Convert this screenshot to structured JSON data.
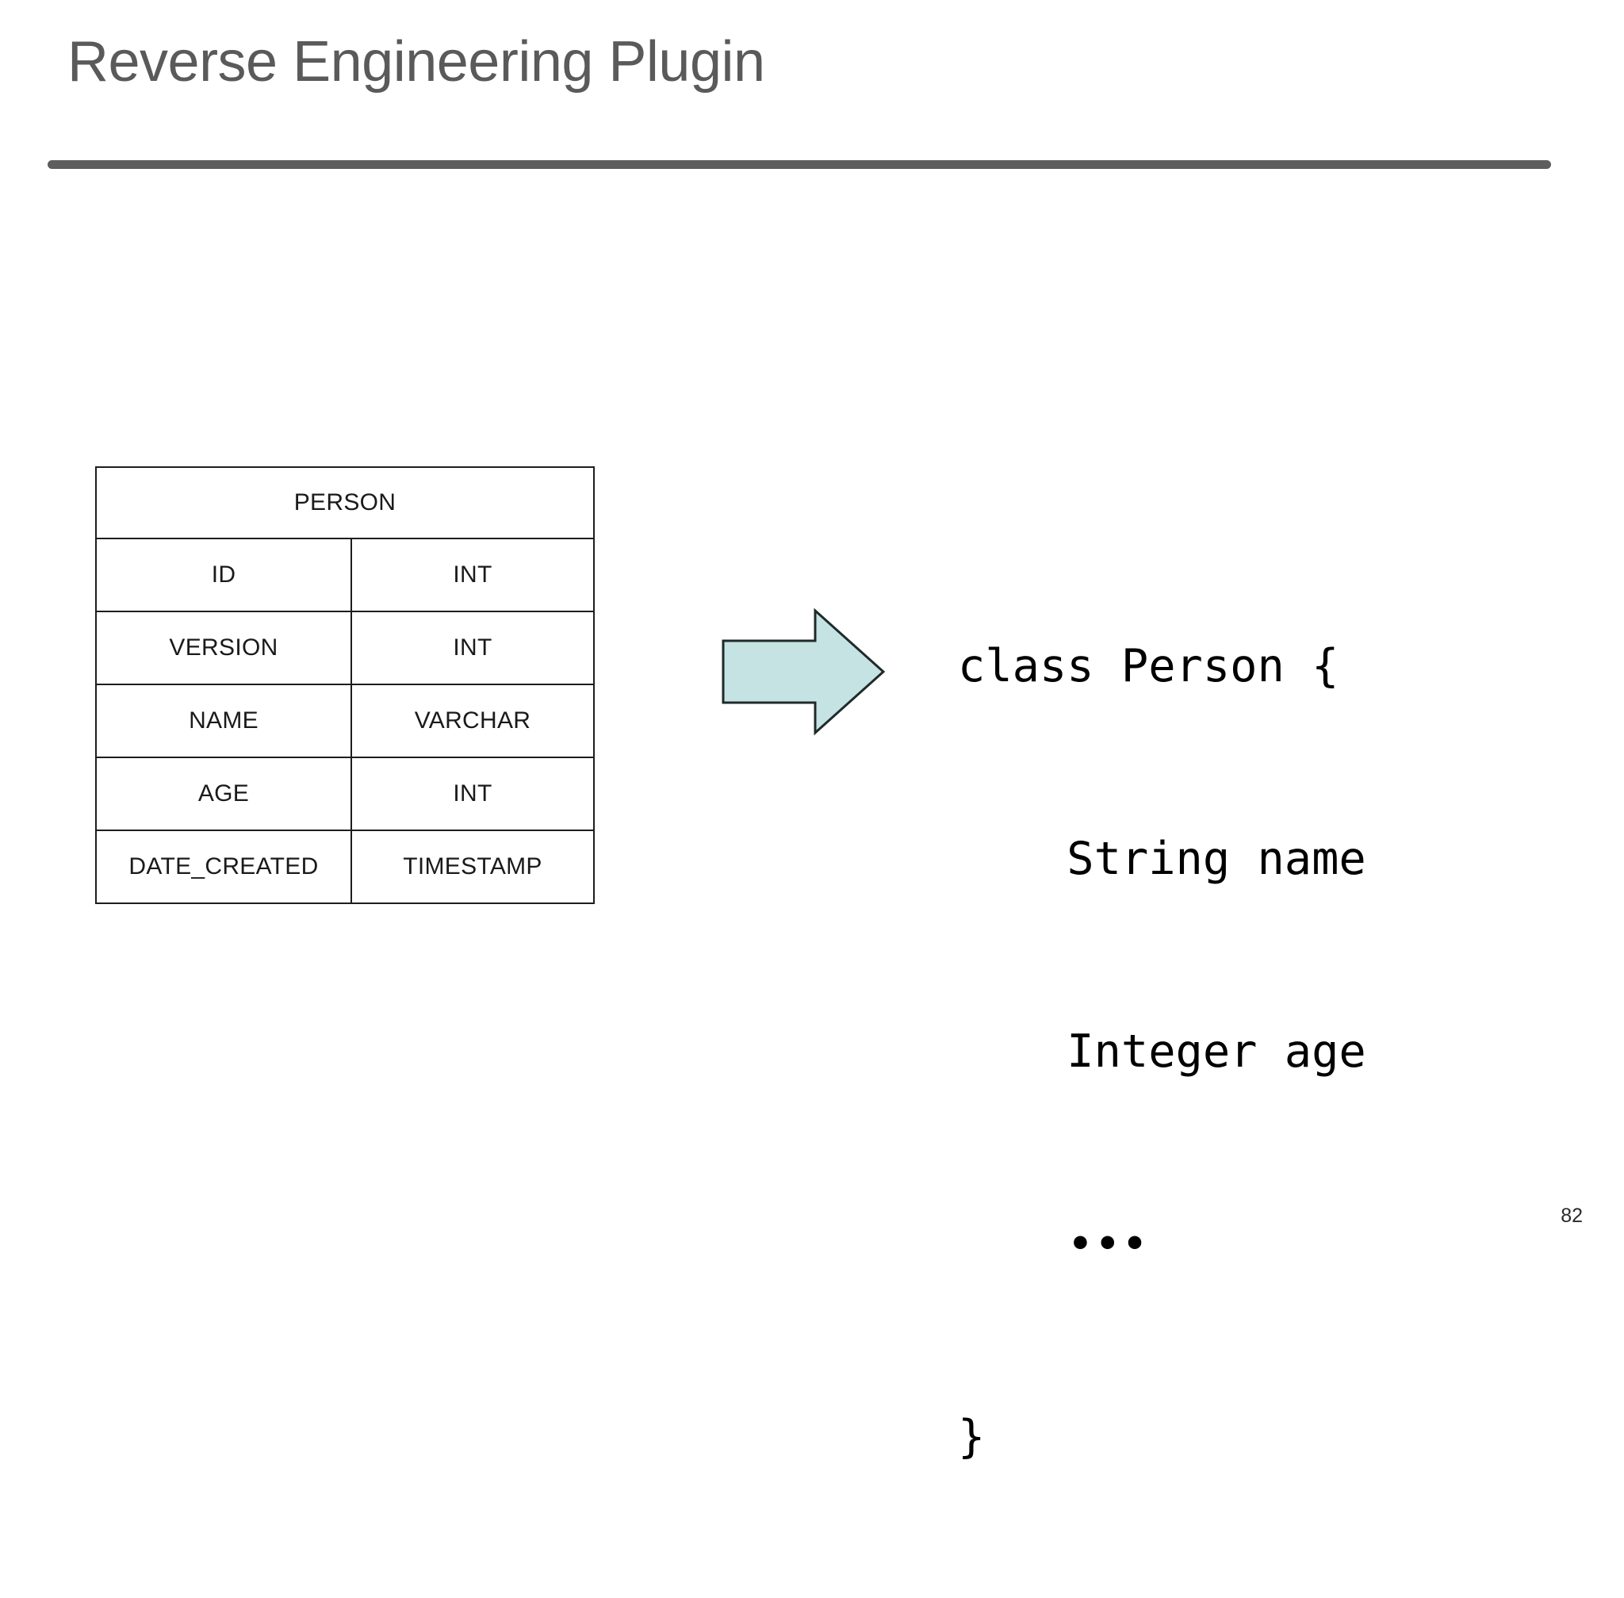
{
  "slide": {
    "title": "Reverse Engineering Plugin",
    "page_number": "82",
    "title_color": "#5a5a5a",
    "rule_color": "#5d5d5d"
  },
  "db_table": {
    "name": "PERSON",
    "columns": [
      {
        "name": "ID",
        "type": "INT"
      },
      {
        "name": "VERSION",
        "type": "INT"
      },
      {
        "name": "NAME",
        "type": "VARCHAR"
      },
      {
        "name": "AGE",
        "type": "INT"
      },
      {
        "name": "DATE_CREATED",
        "type": "TIMESTAMP"
      }
    ]
  },
  "arrow": {
    "direction": "right",
    "fill_color": "#c5e3e3",
    "stroke_color": "#1f2a2a"
  },
  "code": {
    "language": "groovy",
    "lines": [
      "class Person {",
      "    String name",
      "    Integer age",
      "    •••",
      "}"
    ]
  }
}
